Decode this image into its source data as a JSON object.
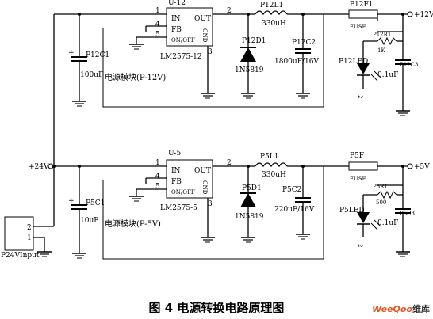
{
  "caption": "图 4 电源转换电路原理图",
  "watermark": {
    "text_main": "WeeQoo",
    "text_cn": "维库"
  },
  "input": {
    "label": "+24V",
    "connector_ref": "P24VInput",
    "pins": [
      "2",
      "1"
    ]
  },
  "channel_12v": {
    "ic_ref": "U-12",
    "ic_part": "LM2575-12",
    "pins": {
      "in": "IN",
      "out": "OUT",
      "fb": "FB",
      "onoff": "ON/OFF",
      "gnd": "GND"
    },
    "pin_numbers": {
      "p1": "1",
      "p4": "4",
      "p5": "5",
      "p2": "2",
      "p3": "3"
    },
    "input_cap_ref": "P12C1",
    "input_cap_value": "100uF",
    "module_label": "电源模块(P-12V)",
    "inductor_ref": "P12L1",
    "inductor_value": "330uH",
    "diode_ref": "P12D1",
    "diode_part": "1N5819",
    "output_cap_ref": "P12C2",
    "output_cap_value": "1800uF/16V",
    "fuse_ref": "P12F1",
    "fuse_label": "FUSE",
    "resistor_ref": "P12R1",
    "resistor_value": "1K",
    "led_ref": "P12LED",
    "led_pin": "2",
    "bypass_cap_ref": "P12C3",
    "bypass_cap_value": "0.1uF",
    "output_label": "+12V"
  },
  "channel_5v": {
    "ic_ref": "U-5",
    "ic_part": "LM2575-5",
    "pins": {
      "in": "IN",
      "out": "OUT",
      "fb": "FB",
      "onoff": "ON/OFF",
      "gnd": "GND"
    },
    "pin_numbers": {
      "p1": "1",
      "p4": "4",
      "p5": "5",
      "p2": "2",
      "p3": "3"
    },
    "input_cap_ref": "P5C1",
    "input_cap_value": "10uF",
    "module_label": "电源模块(P-5V)",
    "inductor_ref": "P5L1",
    "inductor_value": "330uH",
    "diode_ref": "P5D1",
    "diode_part": "1N5819",
    "output_cap_ref": "P5C2",
    "output_cap_value": "220uF/16V",
    "fuse_ref": "P5F",
    "fuse_label": "FUSE",
    "resistor_ref": "P5R1",
    "resistor_value": "500",
    "led_ref": "P5LED",
    "led_pin": "2",
    "bypass_cap_ref": "P5C3",
    "bypass_cap_value": "0.1uF",
    "output_label": "+5V"
  }
}
